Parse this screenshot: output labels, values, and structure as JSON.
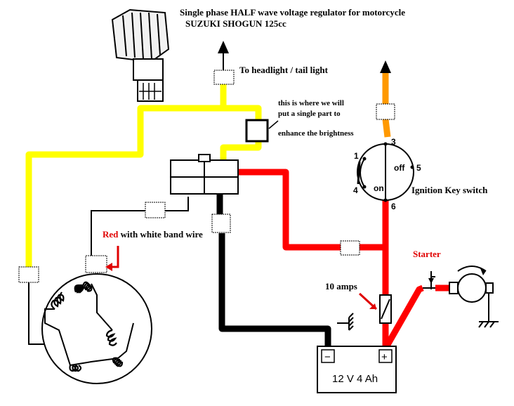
{
  "title": {
    "line1": "Single phase HALF wave voltage regulator for motorcycle",
    "line2": "SUZUKI SHOGUN 125cc"
  },
  "labels": {
    "headlight": "To headlight / tail light",
    "note_line1": "this is where we will",
    "note_line2": "put a single part to",
    "note_line3": "enhance the brightness",
    "red_word": "Red",
    "red_wire_rest": " with white band wire",
    "ignition": "Ignition Key switch",
    "starter": "Starter",
    "fuse": "10 amps",
    "battery": "12 V 4 Ah",
    "battery_minus": "−",
    "battery_plus": "+"
  },
  "switch": {
    "terminal_1": "1",
    "terminal_3": "3",
    "terminal_4": "4",
    "terminal_5": "5",
    "terminal_6": "6",
    "on_text": "on",
    "off_text": "off"
  },
  "colors": {
    "yellow_wire": "#ffff00",
    "red_wire": "#ff0000",
    "black_wire": "#000000",
    "orange_wire": "#ff9900",
    "label_red": "#e00000"
  }
}
